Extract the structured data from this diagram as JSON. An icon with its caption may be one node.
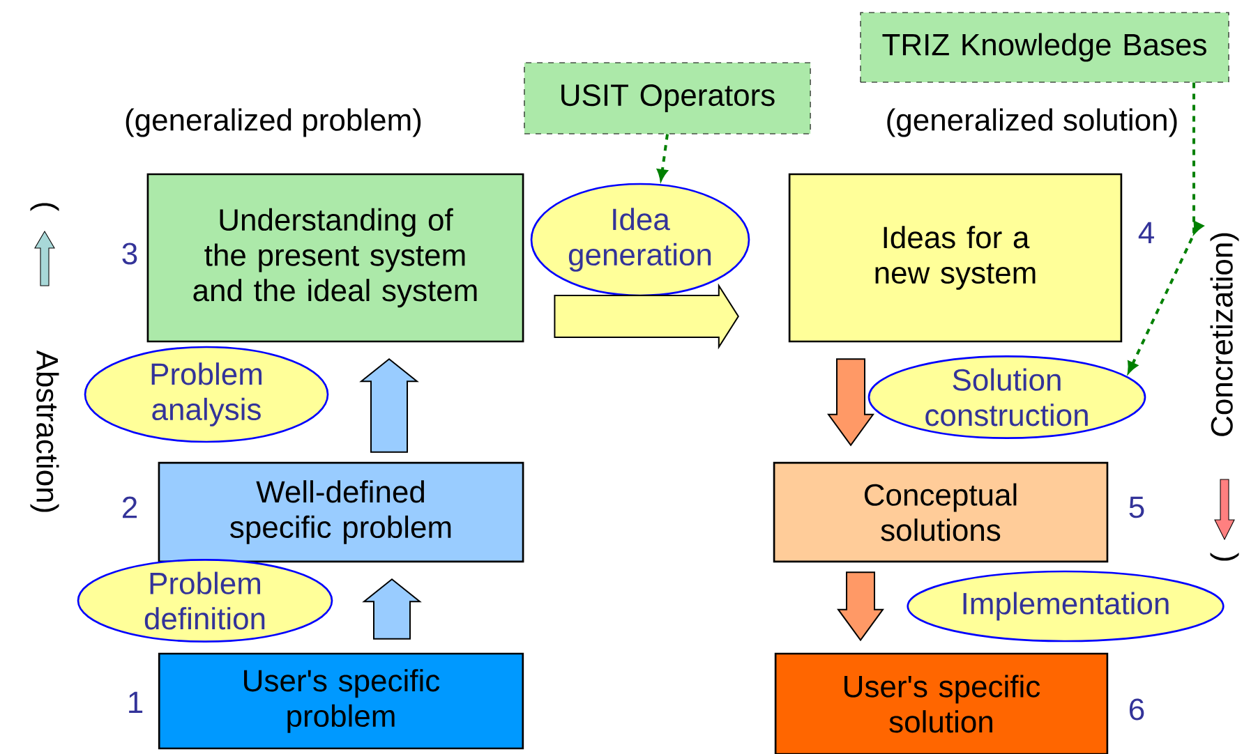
{
  "diagram": {
    "nodes": [
      {
        "text": [
          "User's specific problem"
        ],
        "beside": [
          "1"
        ]
      },
      {
        "text": [
          "Well-defined specific problem"
        ],
        "beside": [
          "2"
        ]
      },
      {
        "text": [
          "Understanding of the present system and the ideal system"
        ],
        "beside": [
          "3"
        ]
      },
      {
        "text": [
          "Ideas for a new system"
        ],
        "beside": [
          "4"
        ]
      },
      {
        "text": [
          "Conceptual solutions"
        ],
        "beside": [
          "5"
        ]
      },
      {
        "text": [
          "User's specific solution"
        ],
        "beside": [
          "6"
        ]
      },
      {
        "text": [
          "USIT Operators"
        ]
      },
      {
        "text": [
          "TRIZ Knowledge Bases"
        ]
      },
      {
        "text": [
          "Problem definition"
        ]
      },
      {
        "text": [
          "Problem analysis"
        ]
      },
      {
        "text": [
          "Idea generation"
        ]
      },
      {
        "text": [
          "Solution construction"
        ]
      },
      {
        "text": [
          "Implementation"
        ]
      }
    ],
    "edges": [
      {
        "from": 0,
        "to": 1,
        "arrow": "to",
        "color": "#99ccff"
      },
      {
        "from": 1,
        "to": 2,
        "arrow": "to",
        "color": "#99ccff"
      },
      {
        "from": 2,
        "to": 3,
        "arrow": "to",
        "color": "#ffff99"
      },
      {
        "from": 3,
        "to": 4,
        "arrow": "to",
        "color": "#ff9966"
      },
      {
        "from": 4,
        "to": 5,
        "arrow": "to",
        "color": "#ff9966"
      },
      {
        "from": 6,
        "to": 10,
        "arrow": "to",
        "style": "dashed",
        "color": "#008000"
      },
      {
        "from": 7,
        "to": 11,
        "arrow": "to",
        "style": "dashed",
        "color": "#008000"
      }
    ],
    "labels": [
      "(generalized problem)",
      "(generalized solution)",
      "(",
      "Abstraction)",
      "Concretization)",
      "("
    ]
  }
}
